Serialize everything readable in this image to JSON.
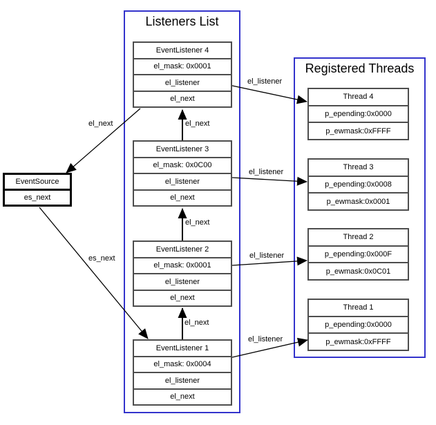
{
  "colors": {
    "container_border": "#3333cc",
    "box_border": "#4d4d4d",
    "source_border": "#000000",
    "arrow": "#000000"
  },
  "listeners_list": {
    "title": "Listeners List",
    "boxes": [
      {
        "title": "EventListener 4",
        "fields": [
          "el_mask: 0x0001",
          "el_listener",
          "el_next"
        ]
      },
      {
        "title": "EventListener 3",
        "fields": [
          "el_mask: 0x0C00",
          "el_listener",
          "el_next"
        ]
      },
      {
        "title": "EventListener 2",
        "fields": [
          "el_mask: 0x0001",
          "el_listener",
          "el_next"
        ]
      },
      {
        "title": "EventListener 1",
        "fields": [
          "el_mask: 0x0004",
          "el_listener",
          "el_next"
        ]
      }
    ]
  },
  "registered_threads": {
    "title": "Registered Threads",
    "boxes": [
      {
        "title": "Thread 4",
        "fields": [
          "p_epending:0x0000",
          "p_ewmask:0xFFFF"
        ]
      },
      {
        "title": "Thread 3",
        "fields": [
          "p_epending:0x0008",
          "p_ewmask:0x0001"
        ]
      },
      {
        "title": "Thread 2",
        "fields": [
          "p_epending:0x000F",
          "p_ewmask:0x0C01"
        ]
      },
      {
        "title": "Thread 1",
        "fields": [
          "p_epending:0x0000",
          "p_ewmask:0xFFFF"
        ]
      }
    ]
  },
  "event_source": {
    "title": "EventSource",
    "fields": [
      "es_next"
    ]
  },
  "edge_labels": {
    "el_next_4_to_source": "el_next",
    "el_next_3_to_4": "el_next",
    "el_next_2_to_3": "el_next",
    "el_next_1_to_2": "el_next",
    "es_next": "es_next",
    "el_listener_4": "el_listener",
    "el_listener_3": "el_listener",
    "el_listener_2": "el_listener",
    "el_listener_1": "el_listener"
  }
}
